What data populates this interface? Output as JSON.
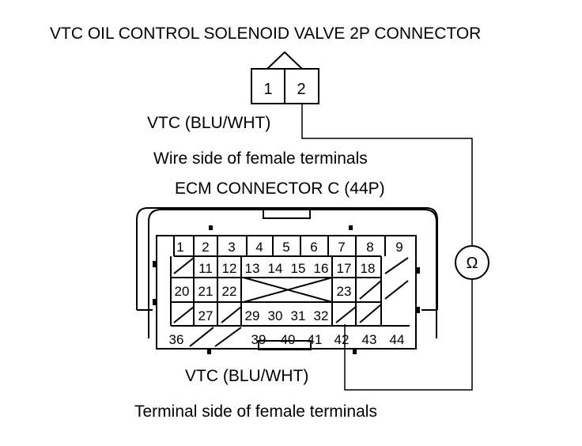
{
  "labels": {
    "title": "VTC OIL CONTROL SOLENOID VALVE 2P CONNECTOR",
    "vtc_top": "VTC (BLU/WHT)",
    "wire_side": "Wire side of female terminals",
    "ecm_title": "ECM CONNECTOR C (44P)",
    "vtc_bottom": "VTC (BLU/WHT)",
    "terminal_side": "Terminal side of female terminals"
  },
  "solenoid_connector": {
    "pins": [
      "1",
      "2"
    ]
  },
  "ohmmeter": {
    "symbol": "Ω"
  },
  "ecm_connector": {
    "row1": [
      "1",
      "2",
      "3",
      "4",
      "5",
      "6",
      "7",
      "8",
      "9"
    ],
    "row2": [
      "11",
      "12",
      "13",
      "14",
      "15",
      "16",
      "17",
      "18"
    ],
    "row3": [
      "20",
      "21",
      "22",
      "23"
    ],
    "row4": [
      "27",
      "29",
      "30",
      "31",
      "32"
    ],
    "row5": [
      "36",
      "39",
      "40",
      "41",
      "42",
      "43",
      "44"
    ]
  }
}
